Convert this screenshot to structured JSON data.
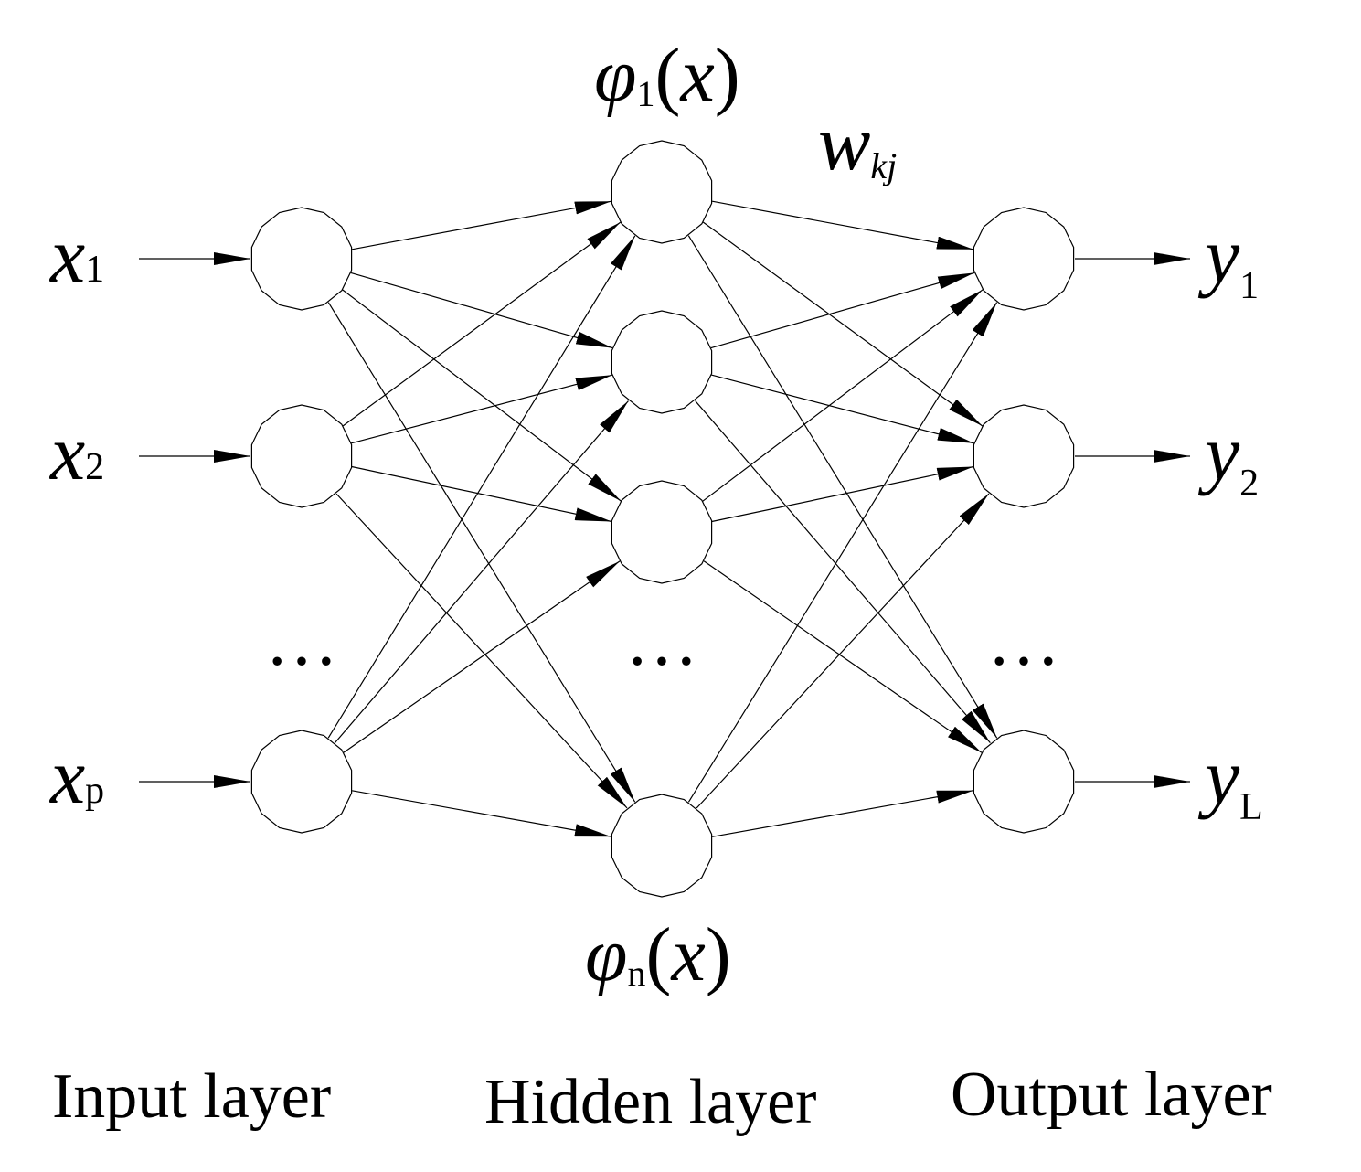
{
  "inputs": [
    {
      "base": "x",
      "sub": "1"
    },
    {
      "base": "x",
      "sub": "2"
    },
    {
      "base": "x",
      "sub": "p"
    }
  ],
  "outputs": [
    {
      "base": "y",
      "sub": "1"
    },
    {
      "base": "y",
      "sub": "2"
    },
    {
      "base": "y",
      "sub": "L"
    }
  ],
  "hidden_top": {
    "phi": "φ",
    "sub": "1",
    "paren_open": "(",
    "arg": "x",
    "paren_close": ")"
  },
  "hidden_bottom": {
    "phi": "φ",
    "sub": "n",
    "paren_open": "(",
    "arg": "x",
    "paren_close": ")"
  },
  "weight": {
    "base": "w",
    "sub": "kj"
  },
  "ellipsis": "…",
  "captions": {
    "input": "Input layer",
    "hidden": "Hidden layer",
    "output": "Output layer"
  }
}
